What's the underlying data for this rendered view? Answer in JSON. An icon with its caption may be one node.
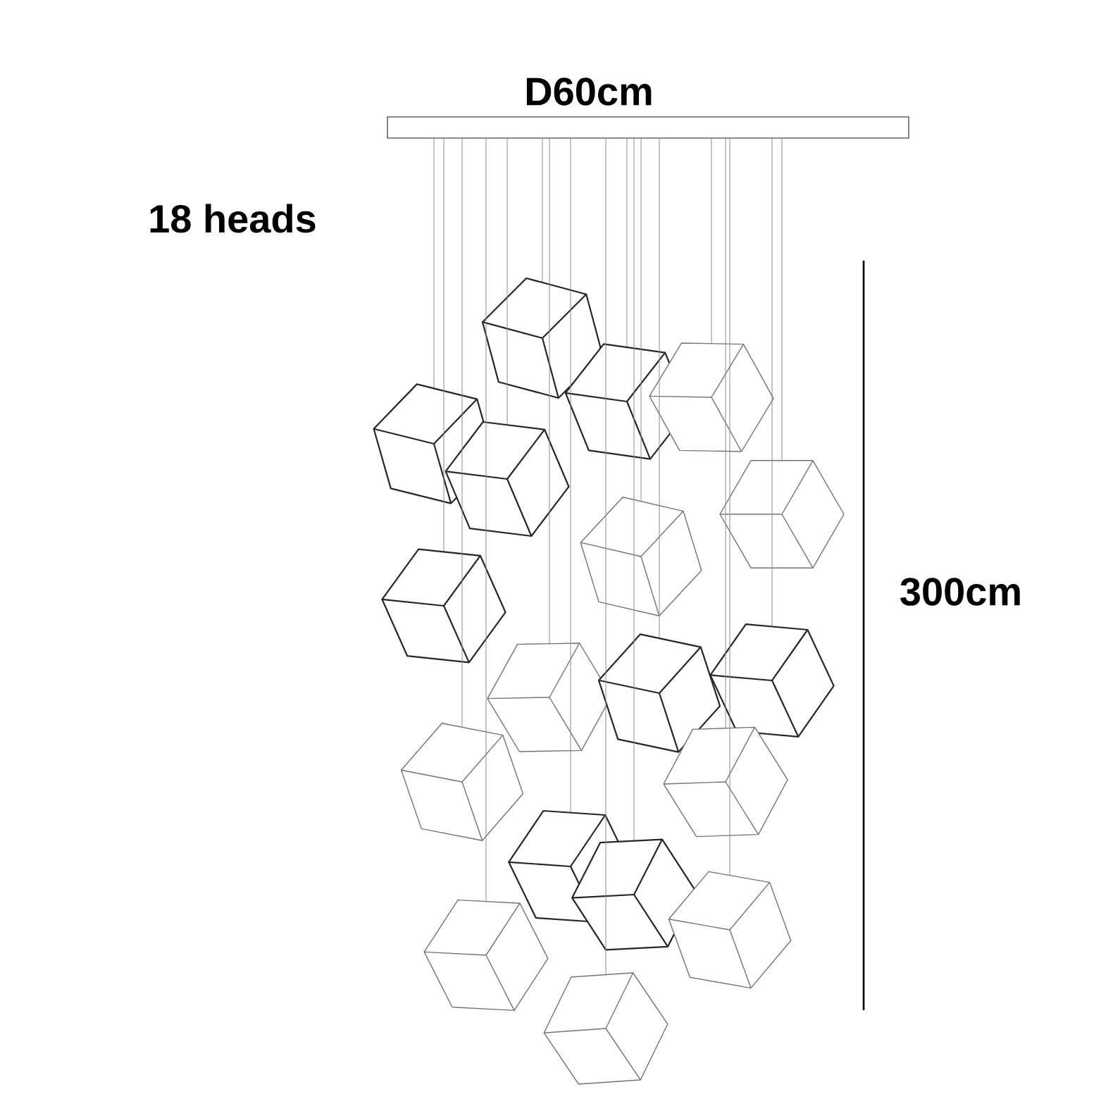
{
  "diagram": {
    "labels": [
      "D60cm",
      "18 heads",
      "300cm"
    ]
  }
}
